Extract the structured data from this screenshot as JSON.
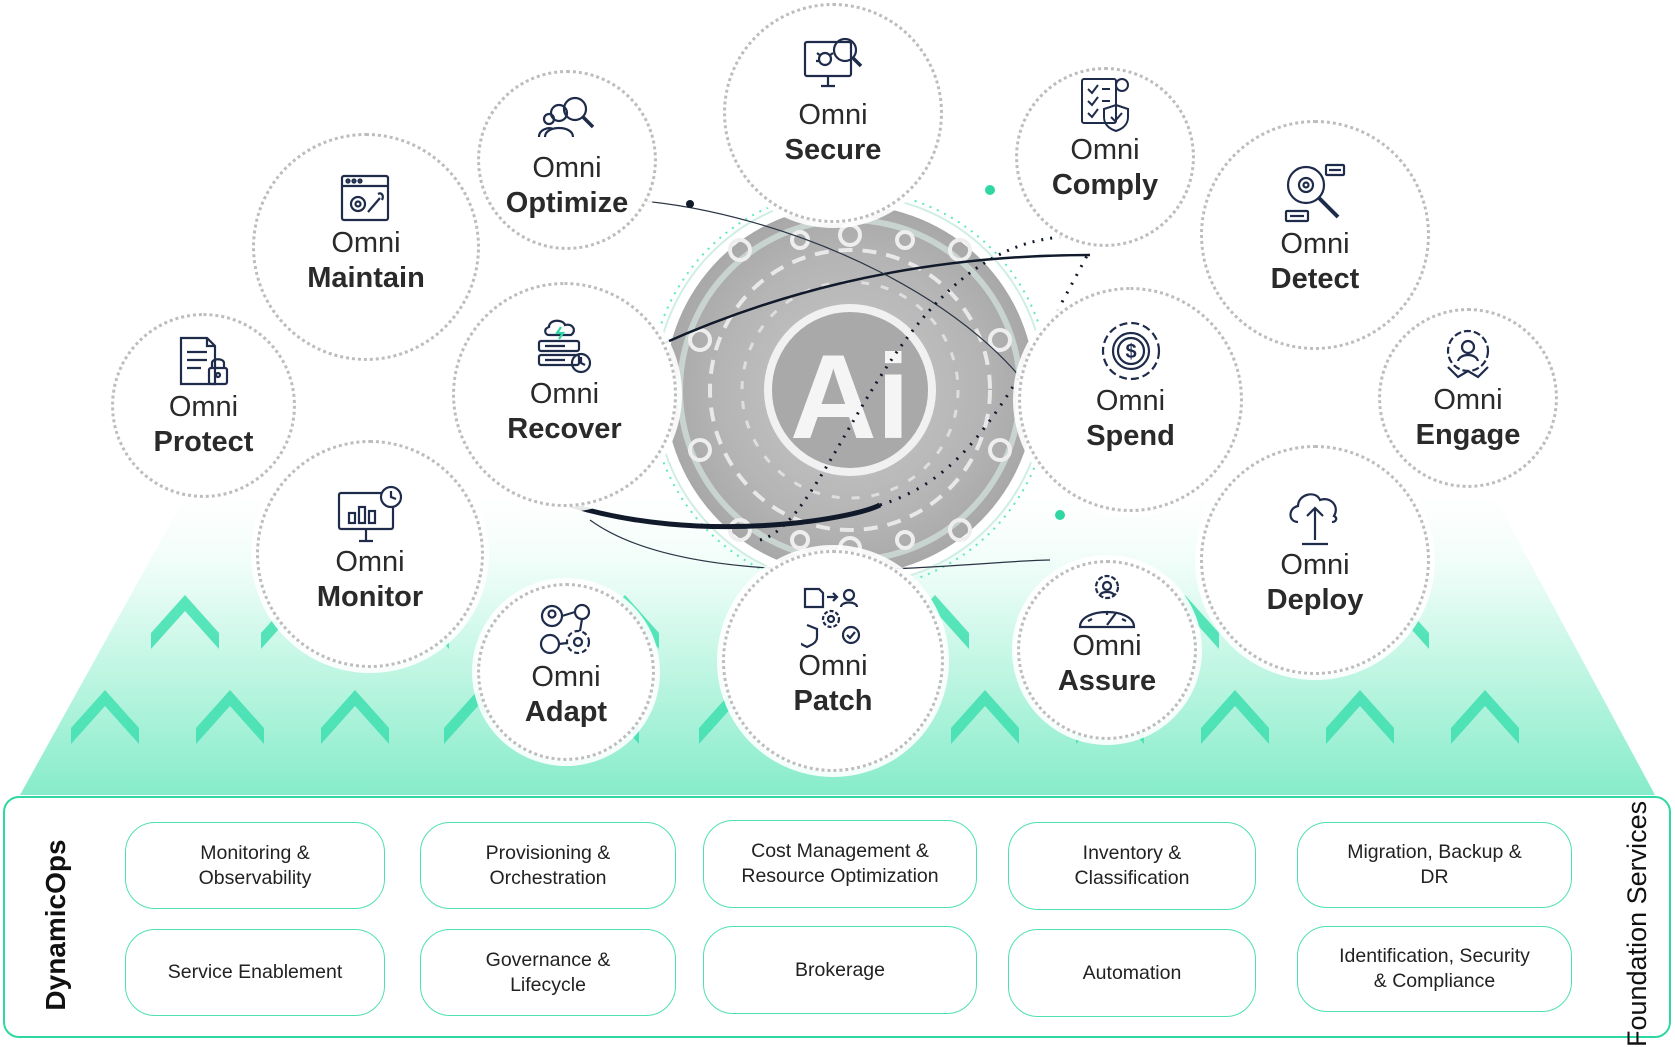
{
  "modules": [
    {
      "id": "optimize",
      "prefix": "Omni",
      "name": "Optimize",
      "icon": "team-search-icon"
    },
    {
      "id": "secure",
      "prefix": "Omni",
      "name": "Secure",
      "icon": "monitor-bug-search-icon"
    },
    {
      "id": "comply",
      "prefix": "Omni",
      "name": "Comply",
      "icon": "checklist-shield-icon"
    },
    {
      "id": "maintain",
      "prefix": "Omni",
      "name": "Maintain",
      "icon": "browser-gear-wrench-icon"
    },
    {
      "id": "detect",
      "prefix": "Omni",
      "name": "Detect",
      "icon": "magnifier-gear-icon"
    },
    {
      "id": "protect",
      "prefix": "Omni",
      "name": "Protect",
      "icon": "document-lock-icon"
    },
    {
      "id": "recover",
      "prefix": "Omni",
      "name": "Recover",
      "icon": "server-cloud-recover-icon"
    },
    {
      "id": "spend",
      "prefix": "Omni",
      "name": "Spend",
      "icon": "dollar-gear-icon"
    },
    {
      "id": "engage",
      "prefix": "Omni",
      "name": "Engage",
      "icon": "handshake-gear-icon"
    },
    {
      "id": "monitor",
      "prefix": "Omni",
      "name": "Monitor",
      "icon": "monitor-chart-clock-icon"
    },
    {
      "id": "deploy",
      "prefix": "Omni",
      "name": "Deploy",
      "icon": "cloud-upload-icon"
    },
    {
      "id": "adapt",
      "prefix": "Omni",
      "name": "Adapt",
      "icon": "people-network-gear-icon"
    },
    {
      "id": "patch",
      "prefix": "Omni",
      "name": "Patch",
      "icon": "workflow-gear-shield-icon"
    },
    {
      "id": "assure",
      "prefix": "Omni",
      "name": "Assure",
      "icon": "user-gauge-gear-icon"
    }
  ],
  "core": {
    "label": "Ai",
    "icon": "ai-circuit-chip-icon"
  },
  "dynamic_ops_label": "DynamicOps",
  "foundation_label": "Foundation Services",
  "foundation_services": [
    [
      "Monitoring &",
      "Observability"
    ],
    [
      "Provisioning &",
      "Orchestration"
    ],
    [
      "Cost Management &",
      "Resource Optimization"
    ],
    [
      "Inventory &",
      "Classification"
    ],
    [
      "Migration, Backup &",
      "DR"
    ],
    [
      "Service Enablement"
    ],
    [
      "Governance &",
      "Lifecycle"
    ],
    [
      "Brokerage"
    ],
    [
      "Automation"
    ],
    [
      "Identification, Security",
      "& Compliance"
    ]
  ],
  "colors": {
    "accent": "#2fd7a3",
    "mint": "#5ee8bd",
    "dark": "#1a2333",
    "circle_border": "#bdbdbd"
  }
}
